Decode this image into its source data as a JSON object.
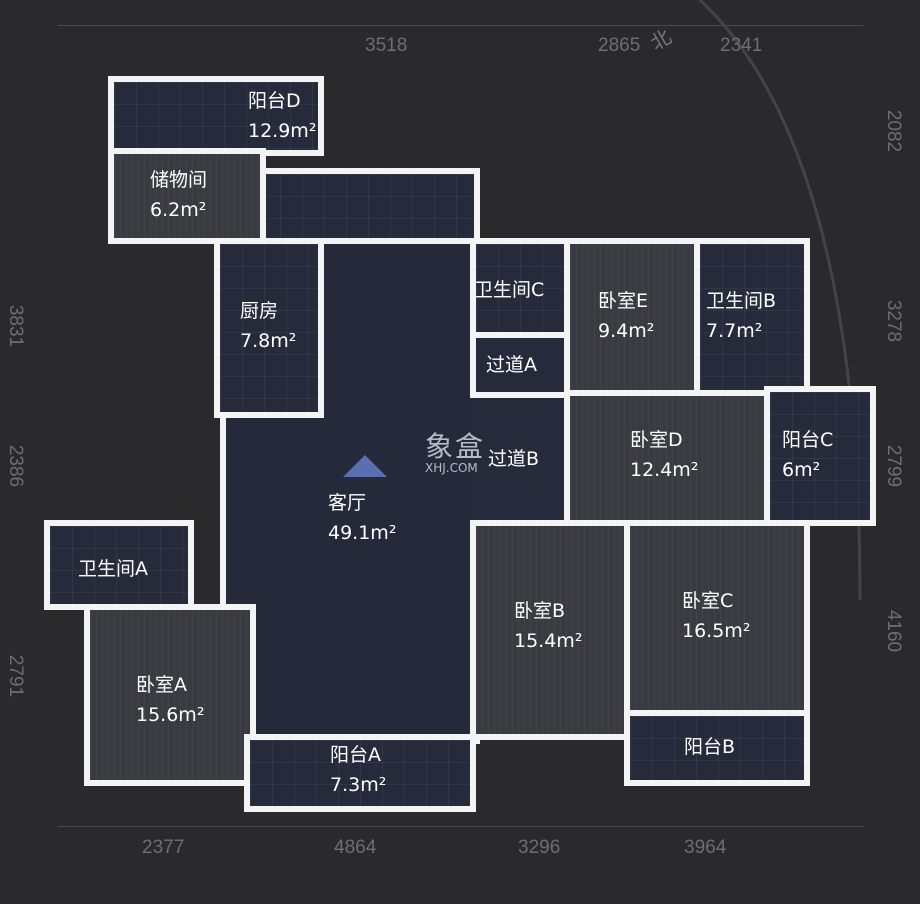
{
  "dimensions": {
    "top": [
      "3518",
      "2865",
      "2341"
    ],
    "bottom": [
      "2377",
      "4864",
      "3296",
      "3964"
    ],
    "left": [
      "3831",
      "2386",
      "2791"
    ],
    "right": [
      "2082",
      "3278",
      "2799",
      "4160"
    ]
  },
  "compass": "北",
  "watermark": {
    "logo": "象盒",
    "site": "XHJ.COM"
  },
  "rooms": [
    {
      "name": "阳台D",
      "area": "12.9m²"
    },
    {
      "name": "储物间",
      "area": "6.2m²"
    },
    {
      "name": "厨房",
      "area": "7.8m²"
    },
    {
      "name": "客厅",
      "area": "49.1m²"
    },
    {
      "name": "卫生间C",
      "area": ""
    },
    {
      "name": "过道A",
      "area": ""
    },
    {
      "name": "过道B",
      "area": ""
    },
    {
      "name": "卧室E",
      "area": "9.4m²"
    },
    {
      "name": "卫生间B",
      "area": "7.7m²"
    },
    {
      "name": "卧室D",
      "area": "12.4m²"
    },
    {
      "name": "阳台C",
      "area": "6m²"
    },
    {
      "name": "卫生间A",
      "area": ""
    },
    {
      "name": "卧室A",
      "area": "15.6m²"
    },
    {
      "name": "阳台A",
      "area": "7.3m²"
    },
    {
      "name": "卧室B",
      "area": "15.4m²"
    },
    {
      "name": "卧室C",
      "area": "16.5m²"
    },
    {
      "name": "阳台B",
      "area": ""
    }
  ]
}
